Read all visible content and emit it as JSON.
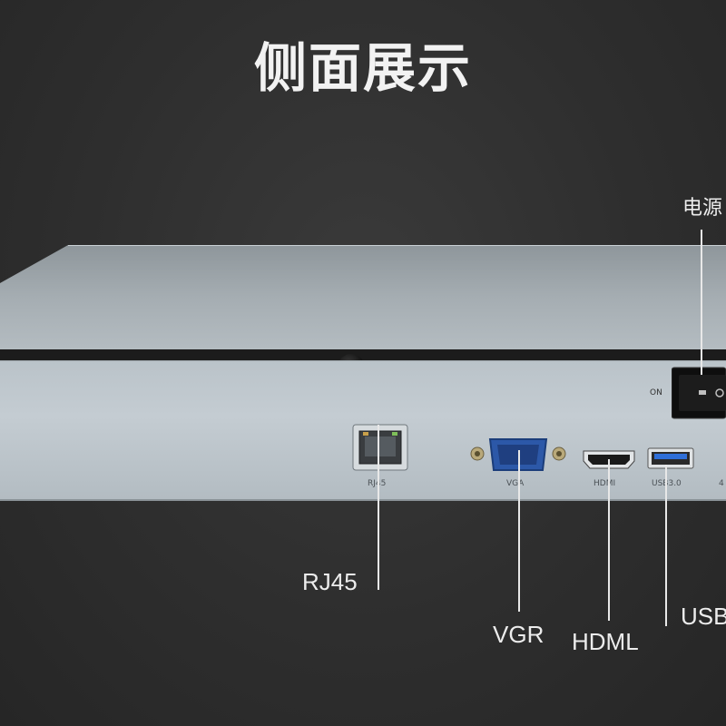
{
  "title": "侧面展示",
  "power_callout": "电源",
  "switch_on_label": "ON",
  "ports": {
    "rj45_small": "RJ45",
    "vga_small": "VGA",
    "hdmi_small": "HDMI",
    "usb_small": "USB3.0",
    "edge_small": "4"
  },
  "callouts": {
    "rj45": "RJ45",
    "vgr": "VGR",
    "hdml": "HDML",
    "usb": "USB"
  }
}
